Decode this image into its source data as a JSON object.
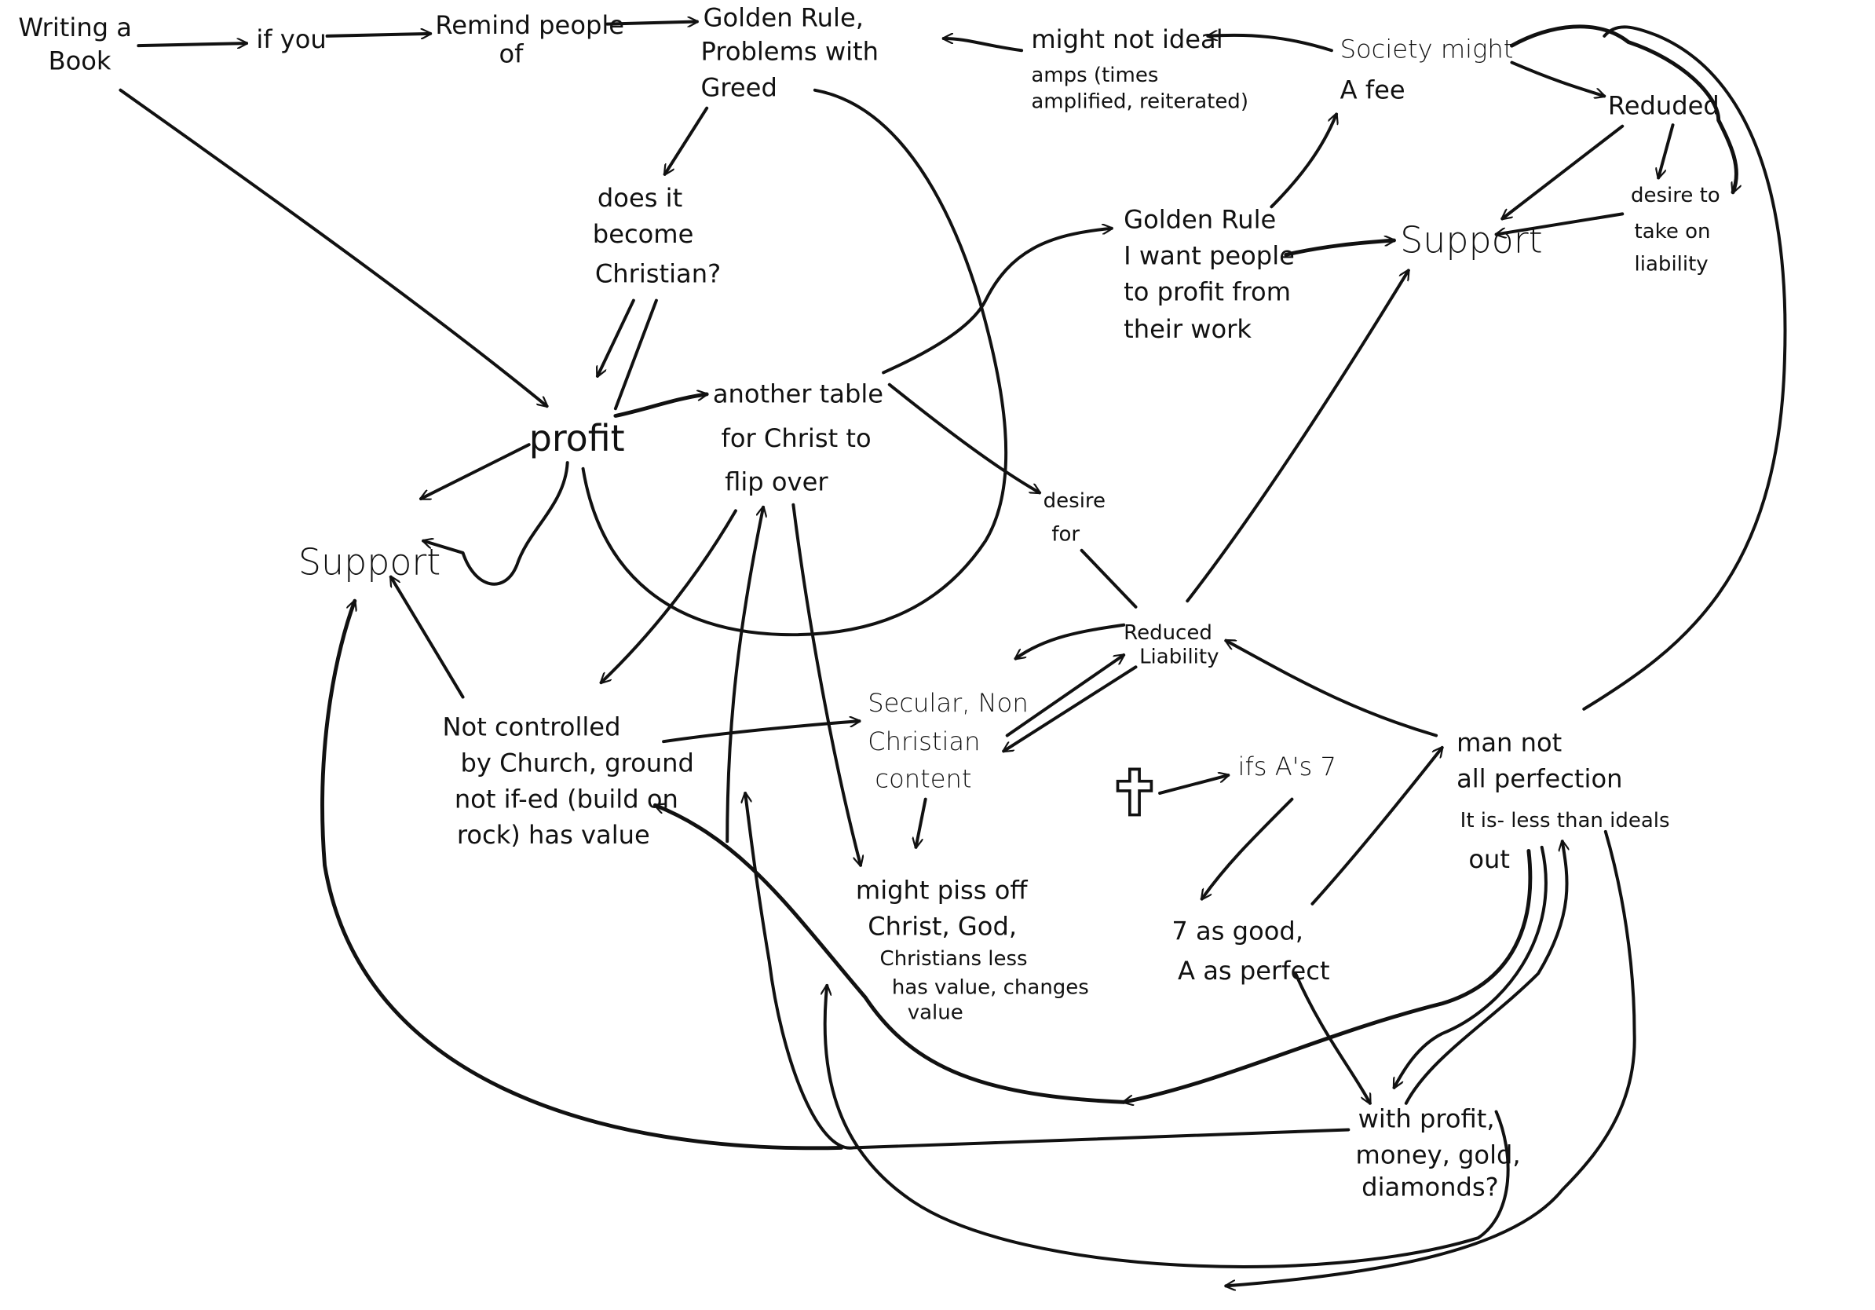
{
  "nodes": {
    "writing_book": [
      "Writing a",
      "Book"
    ],
    "if_you": "if you",
    "remind": [
      "Remind people",
      "of"
    ],
    "golden_rule_greed": [
      "Golden Rule,",
      "Problems with",
      "Greed"
    ],
    "might_not_ideal": [
      "might not ideal",
      "amps (times",
      "amplified, reiterated)"
    ],
    "society": [
      "Society might",
      "A fee"
    ],
    "reduded": "Reduded",
    "desire_liability": [
      "desire to",
      "take on",
      "liability"
    ],
    "support_right": "Support",
    "golden_rule_profit": [
      "Golden Rule",
      "I want people",
      "to profit from",
      "their work"
    ],
    "become_christian": [
      "does it",
      "become",
      "Christian?"
    ],
    "profit": "profit",
    "another_table": [
      "another table",
      "for Christ to",
      "flip over"
    ],
    "support_left": "Support",
    "desire_for": [
      "desire",
      "for"
    ],
    "reduced_liability": [
      "Reduced",
      "Liability"
    ],
    "secular": [
      "Secular, Non",
      "Christian",
      "content"
    ],
    "not_controlled": [
      "Not controlled",
      "by Church, ground",
      "not if-ed (build on",
      "rock) has value"
    ],
    "ifs": "ifs A's 7",
    "man_not": [
      "man not",
      "all perfection",
      "It is- less than ideals",
      "out"
    ],
    "piss_off": [
      "might piss off",
      "Christ, God,",
      "Christians less",
      "has value, changes",
      "value"
    ],
    "seven_good": [
      "7 as good,",
      "A as perfect"
    ],
    "with_profit": [
      "with profit,",
      "money, gold,",
      "diamonds?"
    ]
  },
  "icons": {
    "cross": "cross-icon"
  },
  "colors": {
    "ink": "#111111",
    "paper": "#ffffff"
  }
}
